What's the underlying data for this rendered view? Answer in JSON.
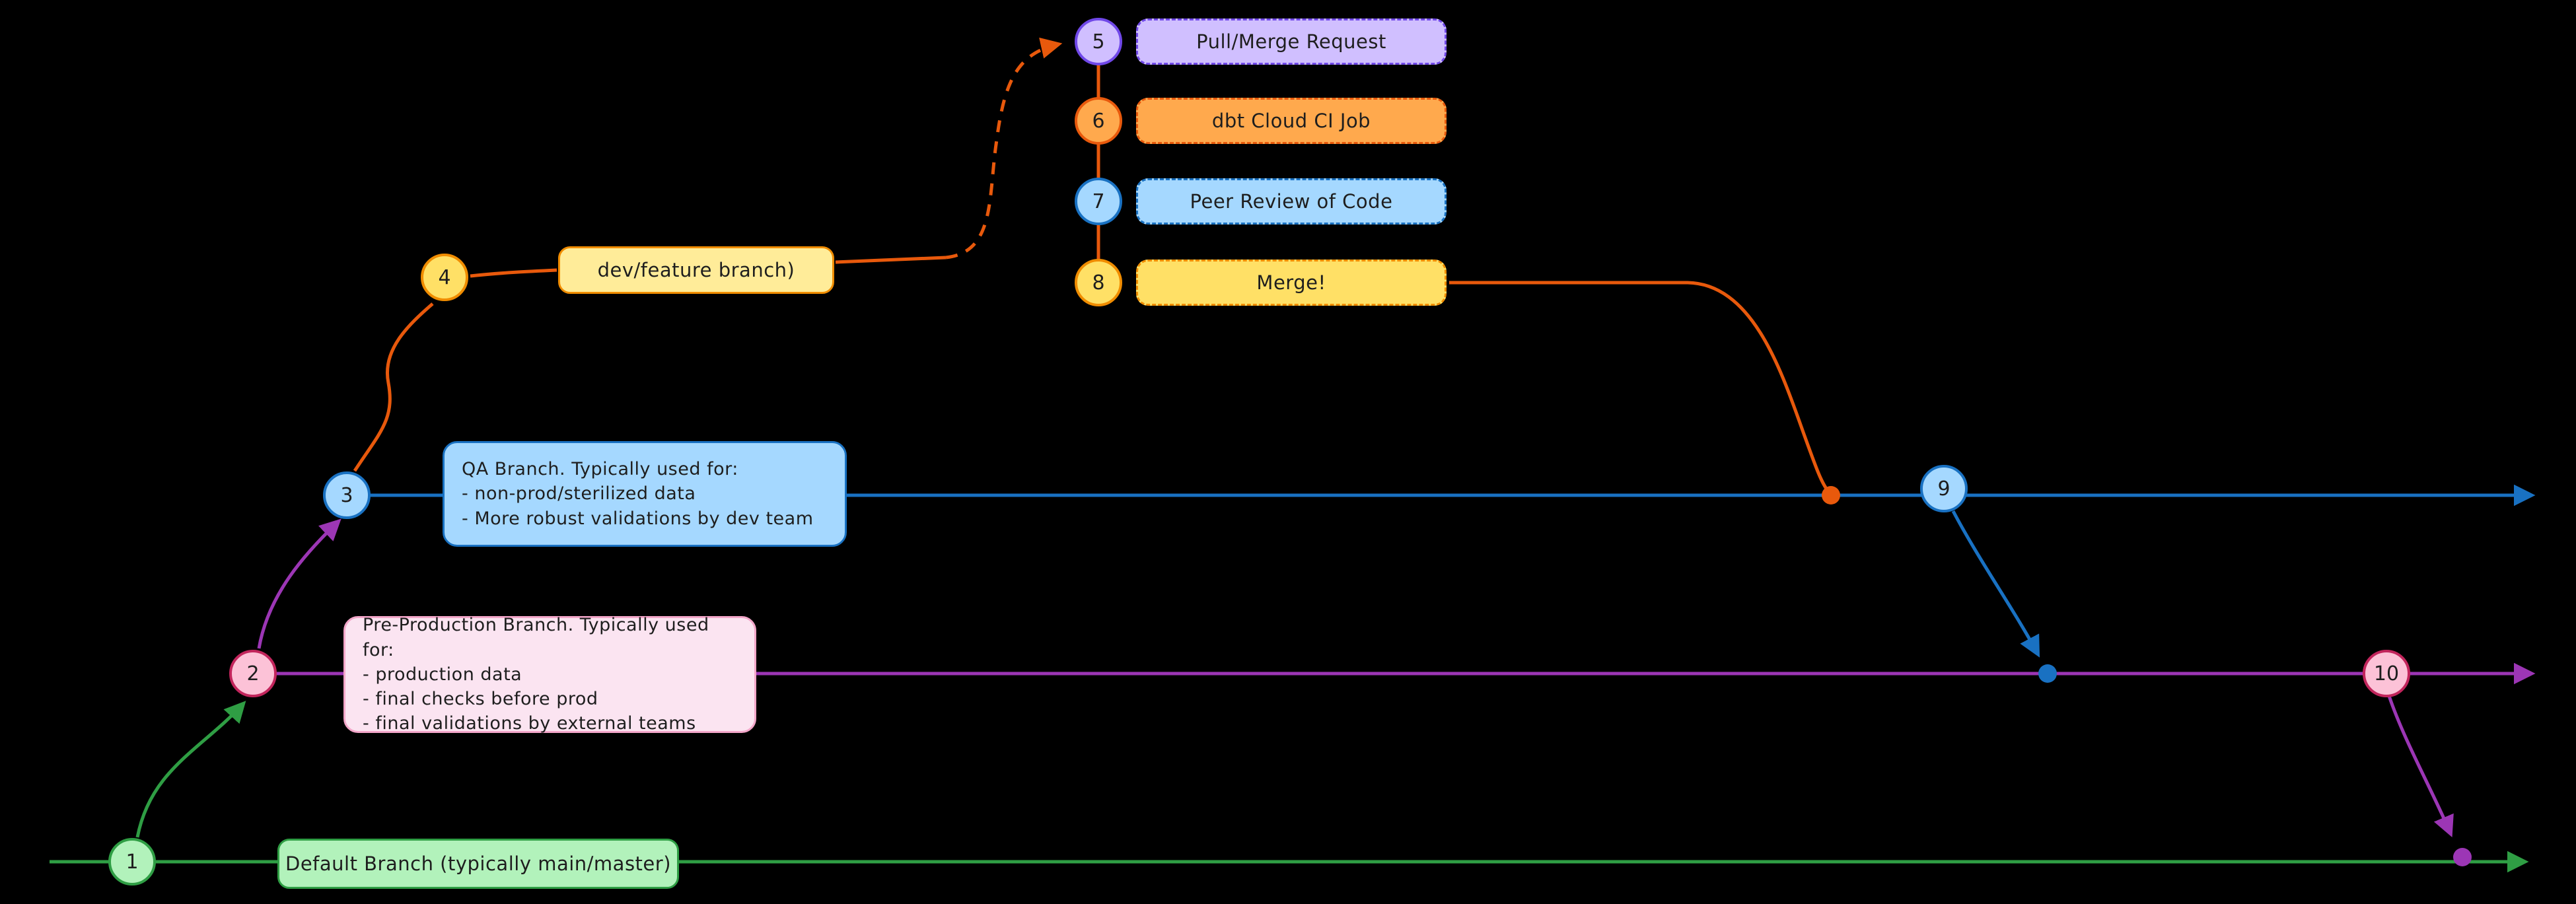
{
  "nodes": {
    "n1": "1",
    "n2": "2",
    "n3": "3",
    "n4": "4",
    "n5": "5",
    "n6": "6",
    "n7": "7",
    "n8": "8",
    "n9": "9",
    "n10": "10"
  },
  "branches": {
    "feature": {
      "label": "dev/feature branch)"
    },
    "qa": {
      "title": "QA Branch. Typically used for:",
      "bullets": [
        "- non-prod/sterilized data",
        "- More robust validations by dev team"
      ]
    },
    "preprod": {
      "title": "Pre-Production Branch. Typically used for:",
      "bullets": [
        "- production data",
        "- final checks before prod",
        "- final validations by external teams"
      ]
    },
    "default": {
      "label": "Default Branch (typically main/master)"
    }
  },
  "steps": {
    "pull_request": "Pull/Merge Request",
    "ci_job": "dbt Cloud CI Job",
    "peer_review": "Peer Review of Code",
    "merge": "Merge!"
  },
  "colors": {
    "background": "#000000",
    "green": "#2f9e44",
    "blue": "#1971c2",
    "orange": "#e8590c",
    "yellow": "#f08c00",
    "violet": "#7048e8",
    "magenta": "#9c36b5",
    "pink": "#c2255c"
  }
}
